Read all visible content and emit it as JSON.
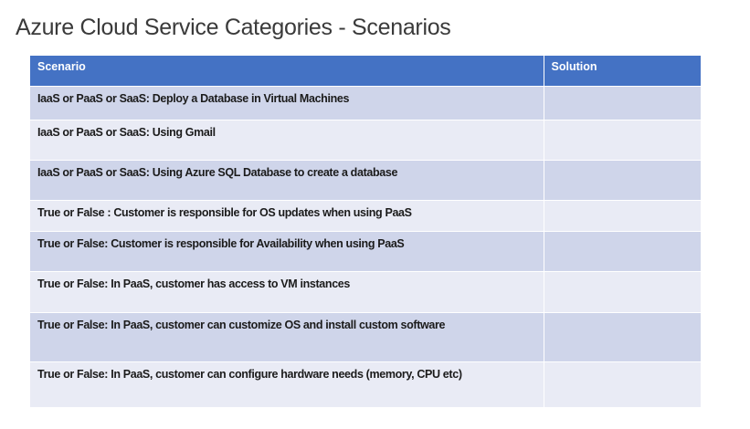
{
  "title": "Azure Cloud Service Categories - Scenarios",
  "table": {
    "headers": [
      "Scenario",
      "Solution"
    ],
    "rows": [
      {
        "scenario": "IaaS or PaaS or SaaS: Deploy a Database in Virtual Machines",
        "solution": ""
      },
      {
        "scenario": "IaaS or PaaS or SaaS: Using Gmail",
        "solution": ""
      },
      {
        "scenario": "IaaS or PaaS or SaaS: Using Azure SQL Database to create a database",
        "solution": ""
      },
      {
        "scenario": "True or False : Customer is responsible for OS updates when using PaaS",
        "solution": ""
      },
      {
        "scenario": "True or False: Customer is responsible for Availability when using PaaS",
        "solution": ""
      },
      {
        "scenario": "True or False: In PaaS, customer has access to VM instances",
        "solution": ""
      },
      {
        "scenario": "True or False: In PaaS, customer can customize OS and install custom software",
        "solution": ""
      },
      {
        "scenario": "True or False: In PaaS, customer can configure hardware needs (memory, CPU etc)",
        "solution": ""
      }
    ]
  },
  "colors": {
    "header_bg": "#4472c4",
    "row_dark": "#cfd5ea",
    "row_light": "#e9ebf5",
    "title_color": "#3a3a3a"
  }
}
